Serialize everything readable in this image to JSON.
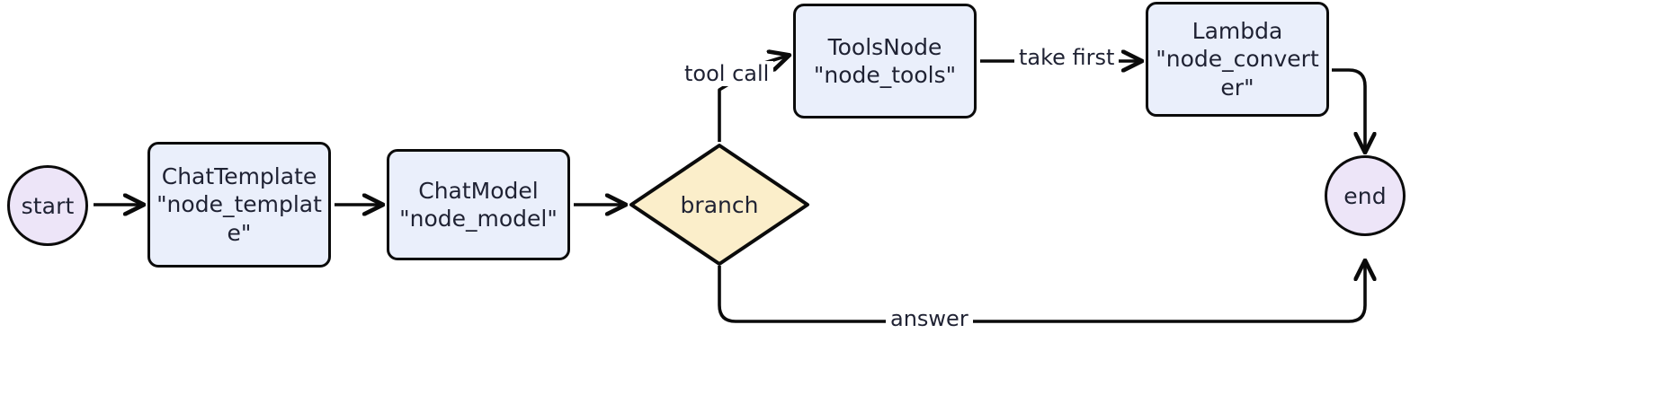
{
  "diagram": {
    "type": "flowchart",
    "direction": "left-to-right",
    "background_color": "#ffffff",
    "palette": {
      "terminal_fill": "#ede5f8",
      "process_fill": "#eaeffb",
      "decision_fill": "#fbeeca",
      "stroke": "#0b0b0b",
      "text": "#1f2233"
    },
    "nodes": [
      {
        "id": "start",
        "shape": "circle",
        "label": "start"
      },
      {
        "id": "template",
        "shape": "rounded-rect",
        "label": "ChatTemplate\n\"node_templat\ne\"",
        "title": "ChatTemplate",
        "name": "\"node_template\""
      },
      {
        "id": "model",
        "shape": "rounded-rect",
        "label": "ChatModel\n\"node_model\"",
        "title": "ChatModel",
        "name": "\"node_model\""
      },
      {
        "id": "branch",
        "shape": "diamond",
        "label": "branch"
      },
      {
        "id": "tools",
        "shape": "rounded-rect",
        "label": "ToolsNode\n\"node_tools\"",
        "title": "ToolsNode",
        "name": "\"node_tools\""
      },
      {
        "id": "converter",
        "shape": "rounded-rect",
        "label": "Lambda\n\"node_convert\ner\"",
        "title": "Lambda",
        "name": "\"node_converter\""
      },
      {
        "id": "end",
        "shape": "circle",
        "label": "end"
      }
    ],
    "edges": [
      {
        "from": "start",
        "to": "template",
        "label": ""
      },
      {
        "from": "template",
        "to": "model",
        "label": ""
      },
      {
        "from": "model",
        "to": "branch",
        "label": ""
      },
      {
        "from": "branch",
        "to": "tools",
        "label": "tool call"
      },
      {
        "from": "tools",
        "to": "converter",
        "label": "take first"
      },
      {
        "from": "converter",
        "to": "end",
        "label": ""
      },
      {
        "from": "branch",
        "to": "end",
        "label": "answer"
      }
    ]
  }
}
